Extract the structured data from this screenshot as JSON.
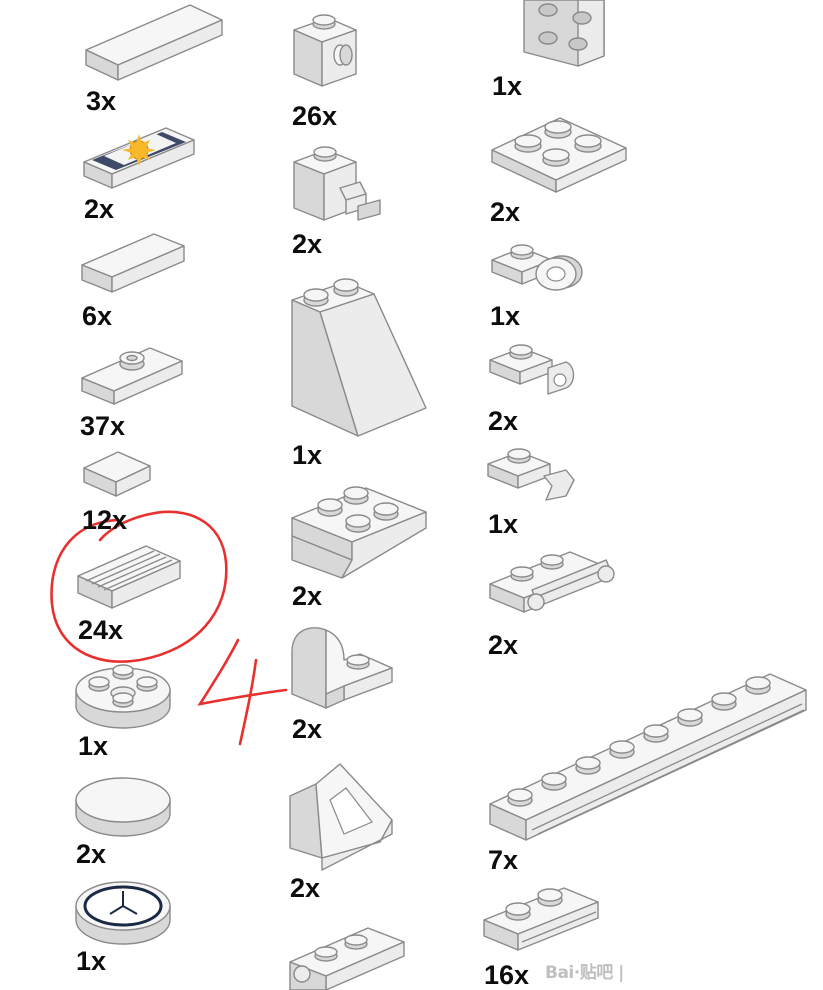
{
  "colors": {
    "part_fill": "#ececec",
    "part_top": "#f4f4f4",
    "part_side": "#d6d6d6",
    "part_stroke": "#8a8a8a",
    "annotation": "#e8302f",
    "sun": "#f2a51f"
  },
  "columns": [
    {
      "items": [
        {
          "part_icon": "flat-tile-1x4-icon",
          "count": "3x"
        },
        {
          "part_icon": "printed-tile-sun-icon",
          "count": "2x"
        },
        {
          "part_icon": "flat-tile-1x2-icon",
          "count": "6x"
        },
        {
          "part_icon": "jumper-plate-1x2-icon",
          "count": "37x"
        },
        {
          "part_icon": "flat-tile-1x1-icon",
          "count": "12x"
        },
        {
          "part_icon": "grille-tile-1x2-icon",
          "count": "24x"
        },
        {
          "part_icon": "round-plate-2x2-icon",
          "count": "1x"
        },
        {
          "part_icon": "round-tile-2x2-icon",
          "count": "2x"
        },
        {
          "part_icon": "clock-tile-icon",
          "count": "1x"
        }
      ]
    },
    {
      "items": [
        {
          "part_icon": "brick-with-stud-on-side-icon",
          "count": "26x"
        },
        {
          "part_icon": "brick-with-clip-icon",
          "count": "2x"
        },
        {
          "part_icon": "slope-brick-icon",
          "count": "1x"
        },
        {
          "part_icon": "inverted-slope-icon",
          "count": "2x"
        },
        {
          "part_icon": "curved-slope-brick-icon",
          "count": "2x"
        },
        {
          "part_icon": "window-frame-slope-icon",
          "count": "2x"
        },
        {
          "part_icon": "plate-with-pin-hole-icon",
          "count": ""
        }
      ]
    },
    {
      "items": [
        {
          "part_icon": "square-plate-2x2-icon",
          "count": "1x"
        },
        {
          "part_icon": "inverted-plate-2x2-icon",
          "count": "2x"
        },
        {
          "part_icon": "plate-with-ring-icon",
          "count": "1x"
        },
        {
          "part_icon": "plate-with-clip-icon",
          "count": "2x"
        },
        {
          "part_icon": "plate-with-open-clip-icon",
          "count": "1x"
        },
        {
          "part_icon": "plate-with-bar-handle-icon",
          "count": "2x"
        },
        {
          "part_icon": "rail-plate-1x8-icon",
          "count": "7x"
        },
        {
          "part_icon": "rail-plate-1x2-icon",
          "count": "16x"
        }
      ]
    }
  ],
  "annotation": {
    "circled_item": "grille-tile-1x2-icon",
    "handwritten_number": "4"
  },
  "watermark": "Bai·贴吧 |"
}
